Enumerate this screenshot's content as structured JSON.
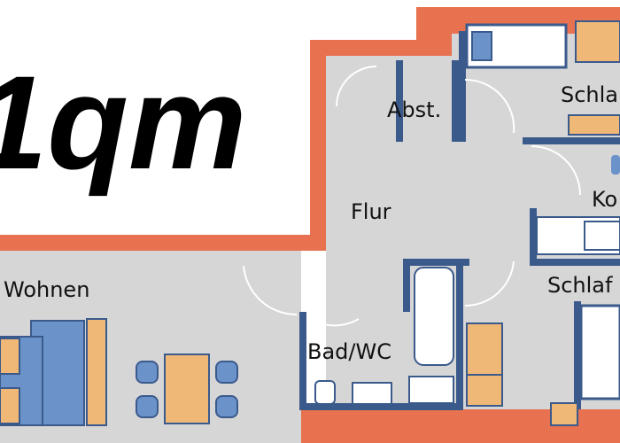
{
  "area_label": "1qm",
  "rooms": {
    "abstellraum": "Abst.",
    "flur": "Flur",
    "schlafzimmer_1": "Schla",
    "kueche": "Ko",
    "schlafzimmer_2": "Schlaf",
    "wohnen": "Wohnen",
    "bad_wc": "Bad/WC"
  },
  "colors": {
    "outer_wall": "#e8714f",
    "floor": "#d6d6d6",
    "inner_wall": "#3b5a8c",
    "furniture_orange": "#f0b877",
    "furniture_blue": "#6b93c9",
    "fixture_white": "#ffffff",
    "background": "#ffffff"
  }
}
